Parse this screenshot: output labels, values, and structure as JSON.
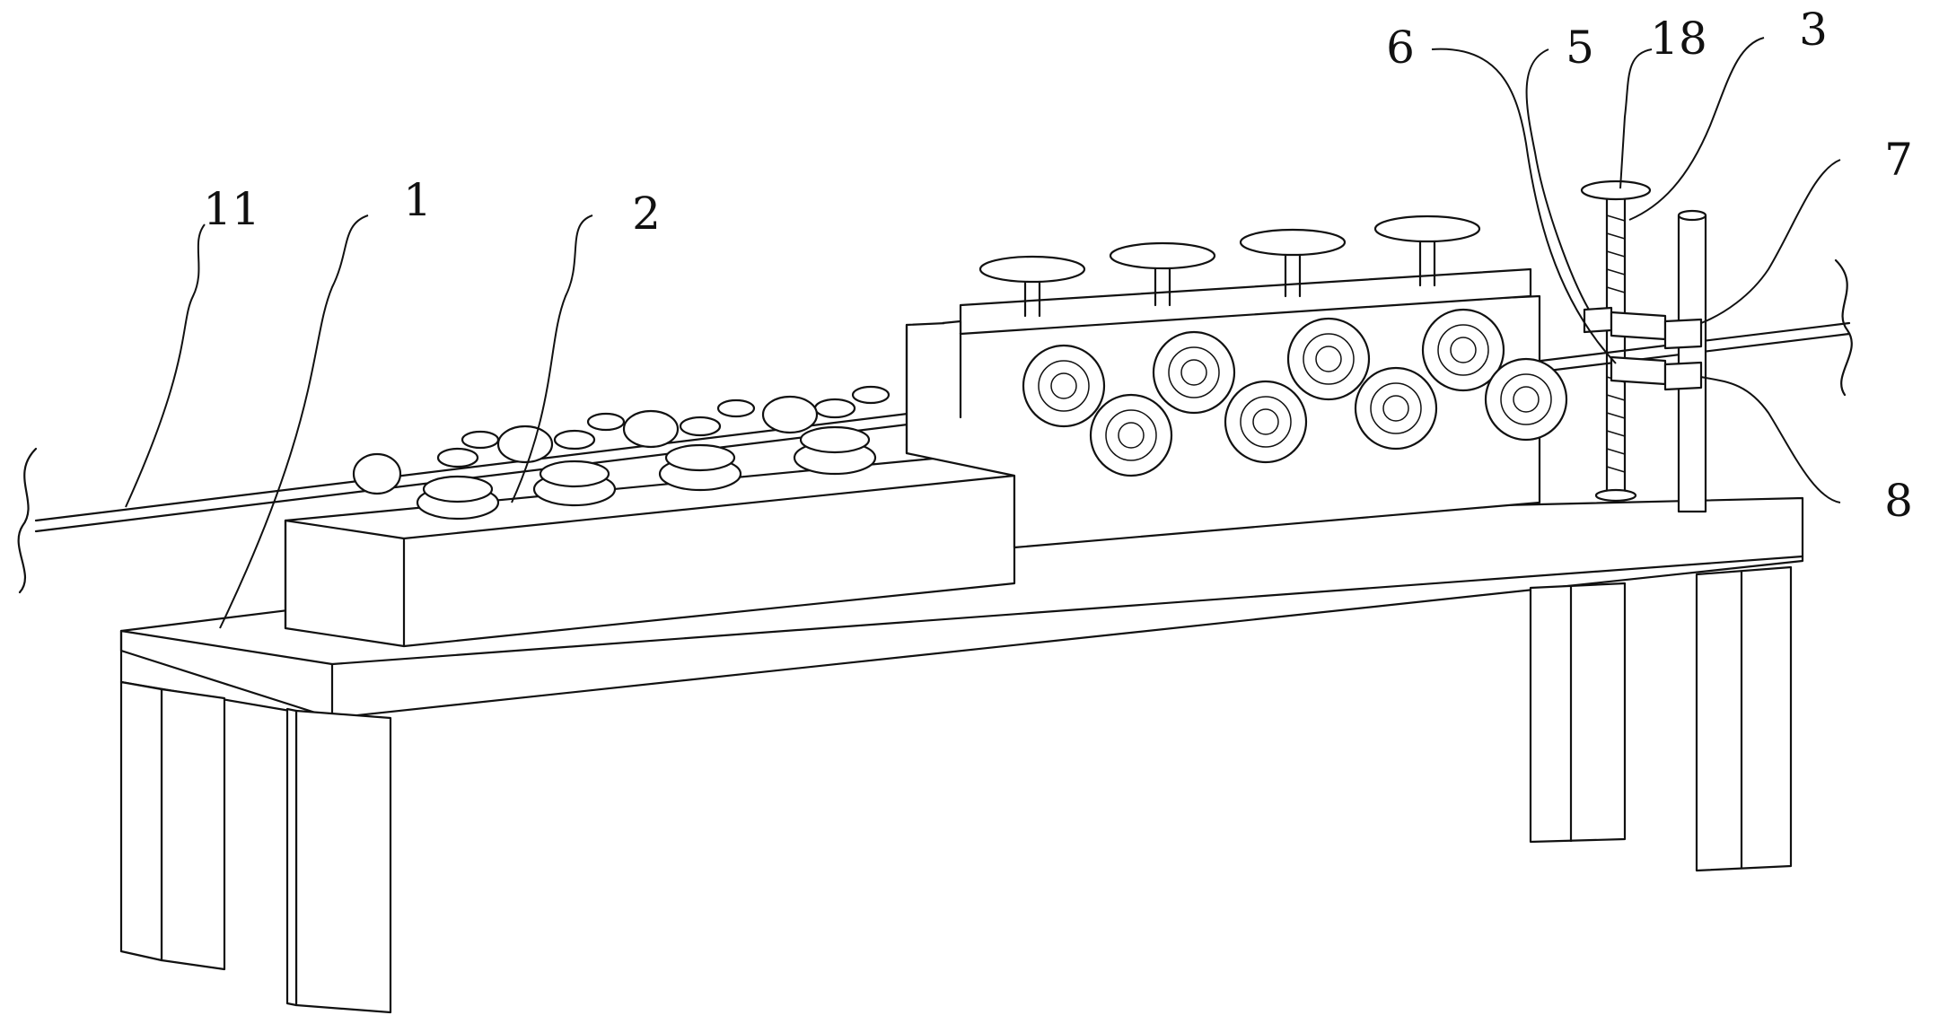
{
  "callouts": [
    {
      "id": "11",
      "text": "11"
    },
    {
      "id": "1",
      "text": "1"
    },
    {
      "id": "2",
      "text": "2"
    },
    {
      "id": "6",
      "text": "6"
    },
    {
      "id": "5",
      "text": "5"
    },
    {
      "id": "18",
      "text": "18"
    },
    {
      "id": "3",
      "text": "3"
    },
    {
      "id": "7",
      "text": "7"
    },
    {
      "id": "8",
      "text": "8"
    }
  ]
}
